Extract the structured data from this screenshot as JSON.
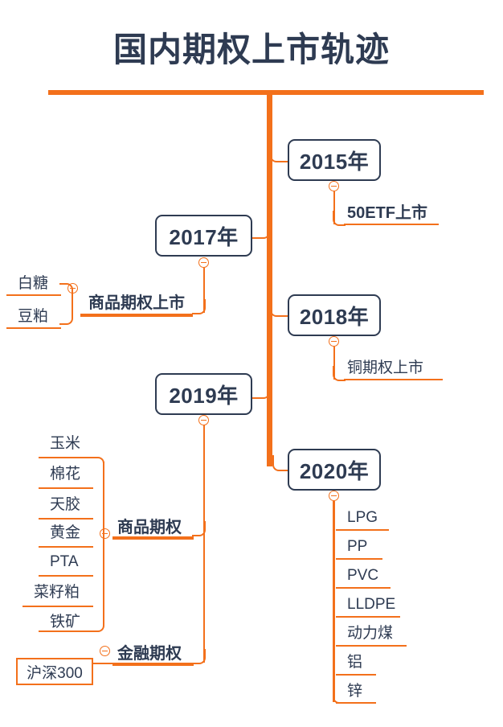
{
  "title": "国内期权上市轨迹",
  "theme": {
    "accent": "#f3701b",
    "text": "#2e3b52",
    "background": "#ffffff"
  },
  "nodes": {
    "y2015": {
      "label": "2015年",
      "children": [
        {
          "label": "50ETF上市"
        }
      ]
    },
    "y2017": {
      "label": "2017年",
      "children": [
        {
          "label": "商品期权上市",
          "children": [
            {
              "label": "白糖"
            },
            {
              "label": "豆粕"
            }
          ]
        }
      ]
    },
    "y2018": {
      "label": "2018年",
      "children": [
        {
          "label": "铜期权上市"
        }
      ]
    },
    "y2019": {
      "label": "2019年",
      "children": [
        {
          "label": "商品期权",
          "children": [
            {
              "label": "玉米"
            },
            {
              "label": "棉花"
            },
            {
              "label": "天胶"
            },
            {
              "label": "黄金"
            },
            {
              "label": "PTA"
            },
            {
              "label": "菜籽粕"
            },
            {
              "label": "铁矿"
            }
          ]
        },
        {
          "label": "金融期权",
          "children": [
            {
              "label": "沪深300"
            }
          ]
        }
      ]
    },
    "y2020": {
      "label": "2020年",
      "children": [
        {
          "label": "LPG"
        },
        {
          "label": "PP"
        },
        {
          "label": "PVC"
        },
        {
          "label": "LLDPE"
        },
        {
          "label": "动力煤"
        },
        {
          "label": "铝"
        },
        {
          "label": "锌"
        }
      ]
    }
  }
}
